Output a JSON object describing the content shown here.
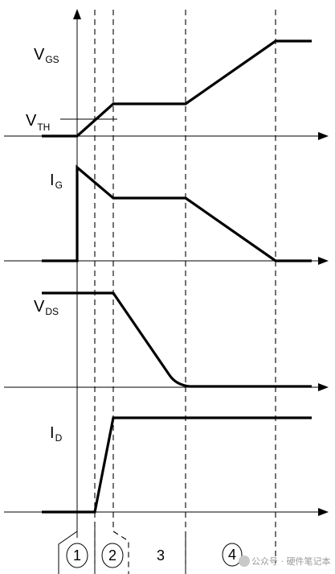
{
  "labels": {
    "vgs": {
      "main": "V",
      "sub": "GS"
    },
    "vth": {
      "main": "V",
      "sub": "TH"
    },
    "ig": {
      "main": "I",
      "sub": "G"
    },
    "vds": {
      "main": "V",
      "sub": "DS"
    },
    "id": {
      "main": "I",
      "sub": "D"
    }
  },
  "phases": [
    "1",
    "2",
    "3",
    "4"
  ],
  "watermark": "公众号 · 硬件笔记本"
}
